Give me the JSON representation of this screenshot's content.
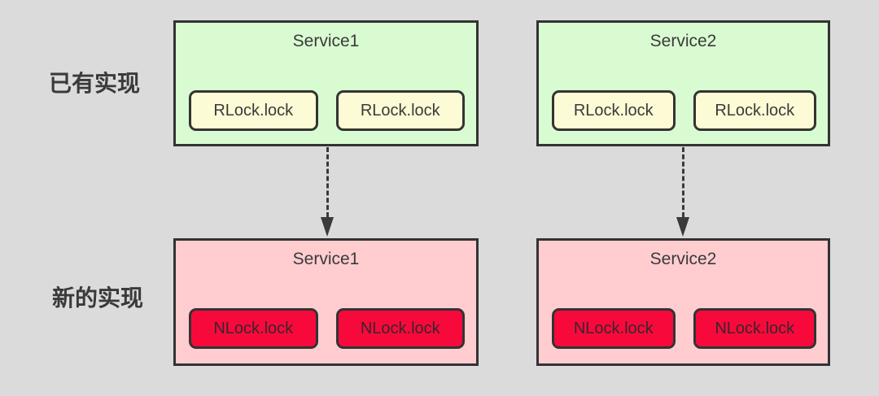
{
  "colors": {
    "background": "#dbdbdb",
    "border": "#333333",
    "text": "#3a3a3a",
    "existing_service_fill": "#d9fbd1",
    "existing_lock_fill": "#fcfbd5",
    "new_service_fill": "#ffcdd0",
    "new_lock_fill": "#f8093c",
    "arrow": "#3a3a3a"
  },
  "rows": [
    {
      "label": "已有实现",
      "services": [
        {
          "title": "Service1",
          "locks": [
            "RLock.lock",
            "RLock.lock"
          ]
        },
        {
          "title": "Service2",
          "locks": [
            "RLock.lock",
            "RLock.lock"
          ]
        }
      ]
    },
    {
      "label": "新的实现",
      "services": [
        {
          "title": "Service1",
          "locks": [
            "NLock.lock",
            "NLock.lock"
          ]
        },
        {
          "title": "Service2",
          "locks": [
            "NLock.lock",
            "NLock.lock"
          ]
        }
      ]
    }
  ]
}
